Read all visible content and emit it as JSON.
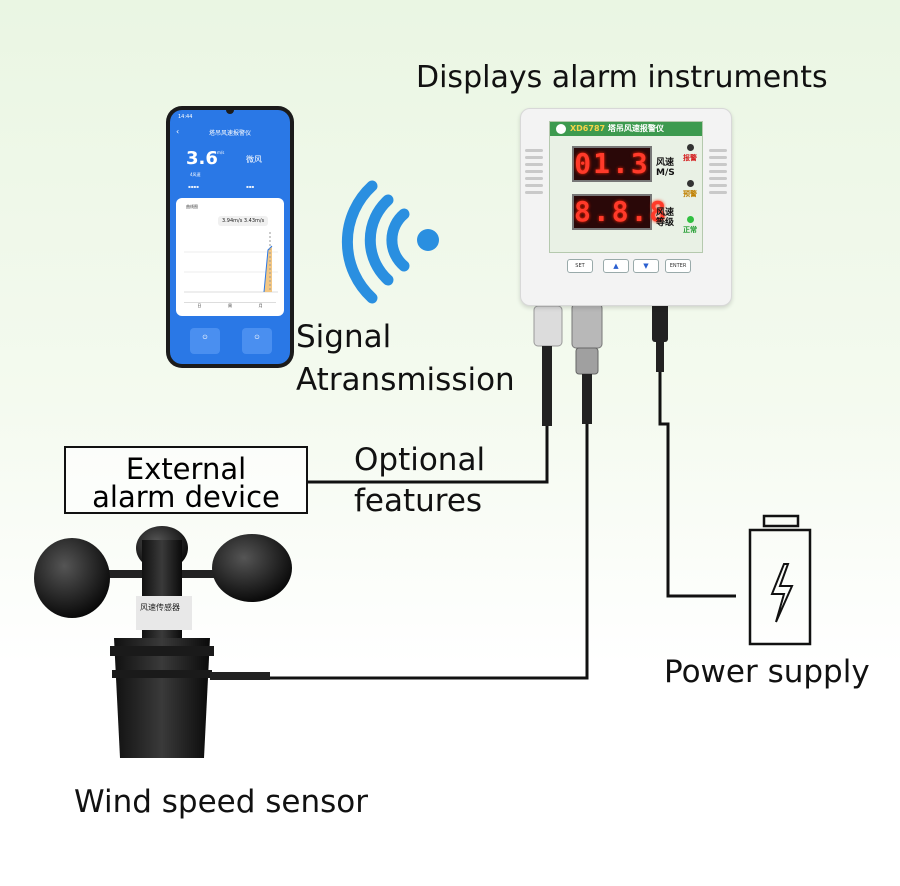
{
  "title": "Displays alarm instruments",
  "signal_label": {
    "line1": "Signal",
    "line2": "Atransmission"
  },
  "external_alarm": {
    "line1": "External",
    "line2": "alarm device"
  },
  "optional_label": {
    "line1": "Optional",
    "line2": "features"
  },
  "power_label": "Power supply",
  "sensor_label": "Wind speed sensor",
  "phone": {
    "status_time": "14:44",
    "app_title": "塔吊风速报警仪",
    "speed": "3.6",
    "speed_unit": "m/s",
    "level": "微风",
    "sub": "4风速",
    "card_title": "曲线图",
    "tooltip": "3.94m/s  3.43m/s",
    "tabs": [
      "日",
      "周",
      "月"
    ]
  },
  "instrument": {
    "brand": "XD6787",
    "name": "塔吊风速报警仪",
    "top_value": "01.3",
    "bottom_value": "8.8.8",
    "top_label_1": "风速",
    "top_label_2": "M/S",
    "bottom_label_1": "风速",
    "bottom_label_2": "等级",
    "indicator_alarm": "报警",
    "indicator_pre": "预警",
    "indicator_normal": "正常",
    "key_set": "SET",
    "key_up": "▲",
    "key_down": "▼",
    "key_enter": "ENTER"
  },
  "sensor_body_text": "风速传感器",
  "colors": {
    "wifi": "#2a8fe0",
    "display_red": "#ff3a2a",
    "header_green": "#3d9a4f"
  }
}
